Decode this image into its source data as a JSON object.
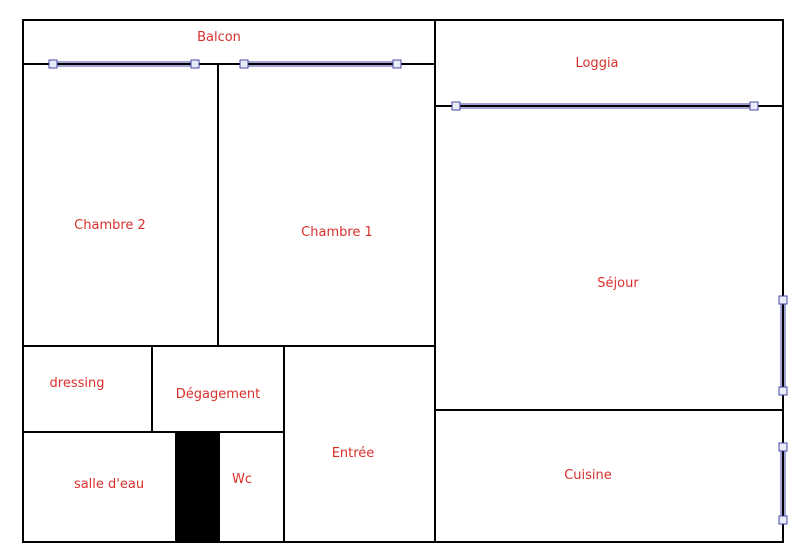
{
  "plan": {
    "rooms": {
      "balcon": "Balcon",
      "loggia": "Loggia",
      "chambre2": "Chambre 2",
      "chambre1": "Chambre 1",
      "sejour": "Séjour",
      "dressing": "dressing",
      "degagement": "Dégagement",
      "salle_deau": "salle d'eau",
      "wc": "Wc",
      "entree": "Entrée",
      "cuisine": "Cuisine"
    },
    "colors": {
      "wall": "#000000",
      "label": "#d9302c",
      "window": "#4a4aa8",
      "handle_fill": "#e8ecf8",
      "shaft": "#000000"
    }
  }
}
